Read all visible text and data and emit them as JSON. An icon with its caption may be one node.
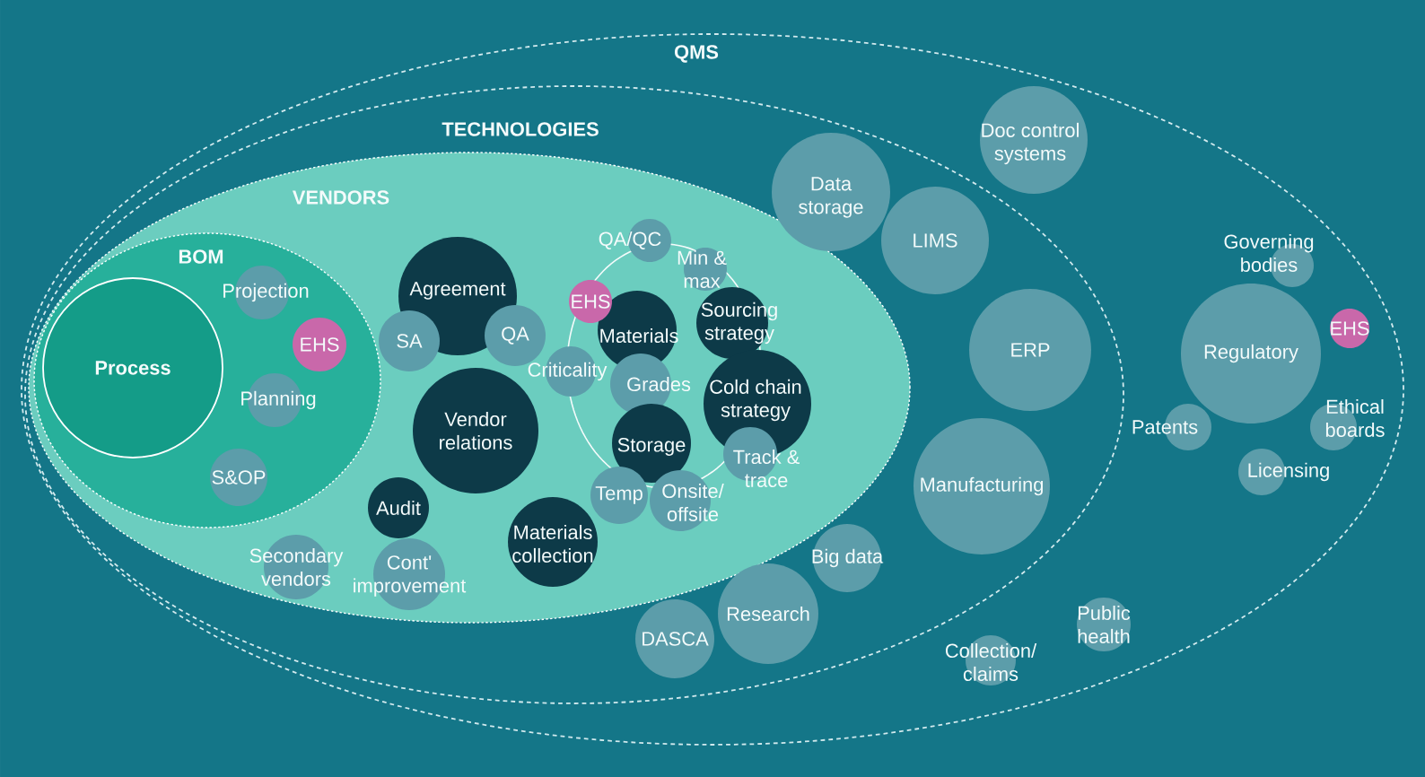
{
  "diagram": {
    "nodes": [
      {
        "text": [
          "QMS"
        ]
      },
      {
        "text": [
          "TECHNOLOGIES"
        ],
        "in": 0
      },
      {
        "text": [
          "VENDORS"
        ],
        "in": 1
      },
      {
        "text": [
          "BOM"
        ],
        "in": 2
      },
      {
        "text": [
          "Process"
        ],
        "in": 3
      },
      {
        "text": [
          "Projection"
        ],
        "in": 3
      },
      {
        "text": [
          "EHS"
        ],
        "in": 3
      },
      {
        "text": [
          "Planning"
        ],
        "in": 3
      },
      {
        "text": [
          "S&OP"
        ],
        "in": 3
      },
      {
        "text": [
          "Agreement"
        ],
        "in": 2
      },
      {
        "text": [
          "SA"
        ],
        "in": 2
      },
      {
        "text": [
          "QA"
        ],
        "in": 2
      },
      {
        "text": [
          "Vendor relations"
        ],
        "in": 2
      },
      {
        "text": [
          "Audit"
        ],
        "in": 2
      },
      {
        "text": [
          "Cont' improvement"
        ],
        "in": 2
      },
      {
        "text": [
          "Secondary vendors"
        ],
        "in": 2
      },
      {
        "text": [
          "Materials collection"
        ],
        "in": 2
      },
      {
        "text": [],
        "shape": "ellipse",
        "in": 2
      },
      {
        "text": [
          "QA/QC"
        ],
        "in": 2
      },
      {
        "text": [
          "Min & max"
        ],
        "in": 17
      },
      {
        "text": [
          "Materials"
        ],
        "in": 17
      },
      {
        "text": [
          "EHS"
        ],
        "in": 17
      },
      {
        "text": [
          "Grades"
        ],
        "in": 17
      },
      {
        "text": [
          "Criticality"
        ],
        "in": 2
      },
      {
        "text": [
          "Sourcing strategy"
        ],
        "in": 2
      },
      {
        "text": [
          "Cold chain strategy"
        ],
        "in": 2
      },
      {
        "text": [
          "Storage"
        ],
        "in": 17
      },
      {
        "text": [
          "Temp"
        ],
        "in": 2
      },
      {
        "text": [
          "Onsite/ offsite"
        ],
        "in": 2
      },
      {
        "text": [
          "Track & trace"
        ],
        "in": 2
      },
      {
        "text": [
          "Data storage"
        ],
        "in": 1
      },
      {
        "text": [
          "LIMS"
        ],
        "in": 1
      },
      {
        "text": [
          "ERP"
        ],
        "in": 1
      },
      {
        "text": [
          "Manufacturing"
        ],
        "in": 1
      },
      {
        "text": [
          "Big data"
        ],
        "in": 1
      },
      {
        "text": [
          "Research"
        ],
        "in": 1
      },
      {
        "text": [
          "DASCA"
        ],
        "in": 1
      },
      {
        "text": [
          "Doc control systems"
        ],
        "in": 0
      },
      {
        "text": [
          "Governing bodies"
        ],
        "in": 0
      },
      {
        "text": [
          "Regulatory"
        ],
        "in": 0
      },
      {
        "text": [
          "EHS"
        ],
        "in": 0
      },
      {
        "text": [
          "Patents"
        ],
        "in": 0
      },
      {
        "text": [
          "Ethical boards"
        ],
        "in": 0
      },
      {
        "text": [
          "Licensing"
        ],
        "in": 0
      },
      {
        "text": [
          "Public health"
        ],
        "in": 0
      },
      {
        "text": [
          "Collection/ claims"
        ],
        "in": 0
      }
    ]
  }
}
